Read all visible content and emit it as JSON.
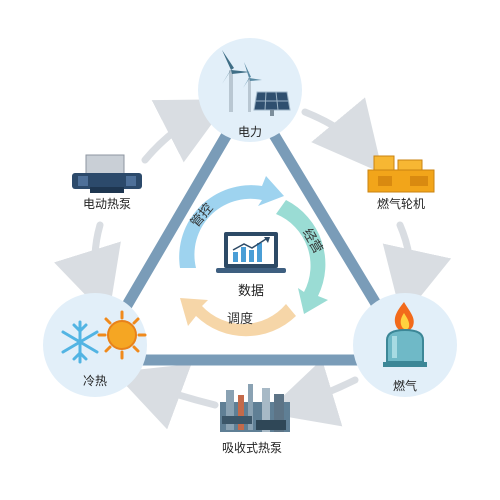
{
  "nodes": {
    "power": "电力",
    "heat_cold": "冷热",
    "gas": "燃气"
  },
  "devices": {
    "electric_heat_pump": "电动热泵",
    "gas_turbine": "燃气轮机",
    "absorption_heat_pump": "吸收式热泵"
  },
  "center": {
    "label": "数据",
    "cycle": [
      "管控",
      "经营",
      "调度"
    ]
  },
  "colors": {
    "triangle": "#7a9cb8",
    "node_fill": "#e2eff9",
    "arrow": "#d9dde2",
    "cycle_blue": "#9ed3ef",
    "cycle_teal": "#9adcd4",
    "cycle_orange": "#f6d6a8"
  },
  "icons": [
    "wind-turbine-icon",
    "solar-panel-icon",
    "snowflake-icon",
    "sun-icon",
    "gas-tank-icon",
    "flame-icon",
    "laptop-chart-icon",
    "heat-pump-machine-icon",
    "generator-icon",
    "factory-icon"
  ]
}
